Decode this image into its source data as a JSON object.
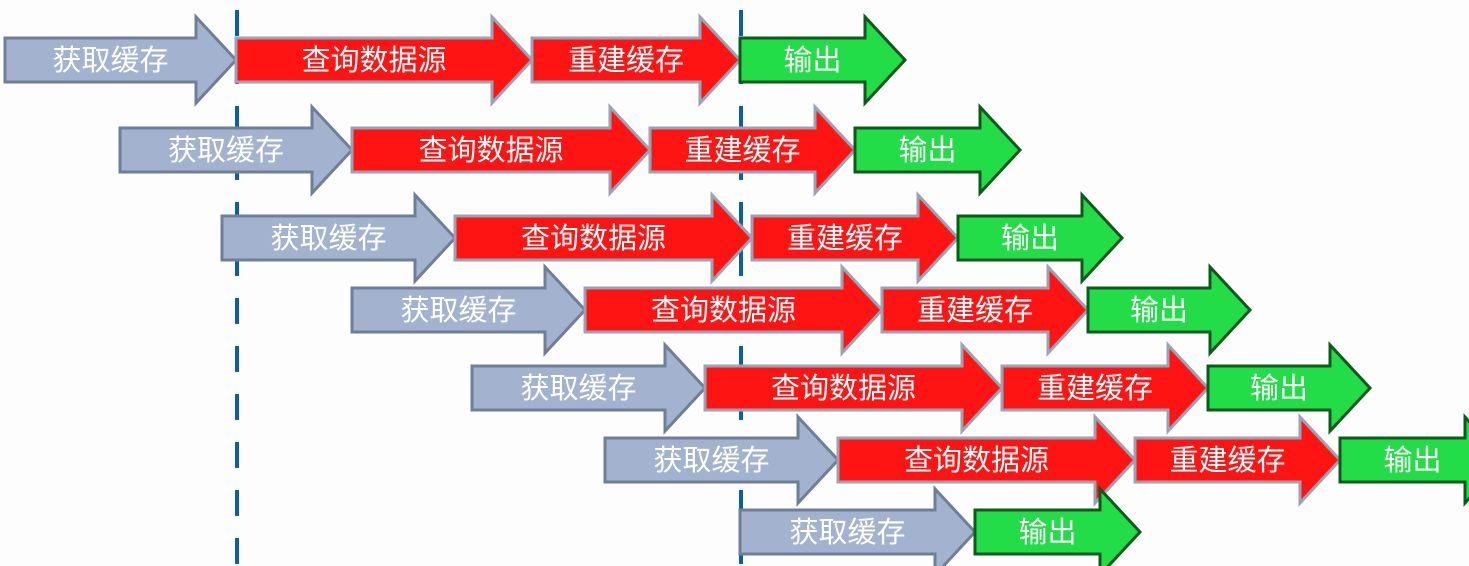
{
  "labels": {
    "get_cache": "获取缓存",
    "query_source": "查询数据源",
    "rebuild_cache": "重建缓存",
    "output": "输出"
  },
  "colors": {
    "get_cache": {
      "fill": "#a3b3cf",
      "stroke": "#6f7f98"
    },
    "query_source": {
      "fill": "#ff1414",
      "stroke": "#9aa3b3"
    },
    "rebuild_cache": {
      "fill": "#ff1414",
      "stroke": "#9aa3b3"
    },
    "output": {
      "fill": "#22dd47",
      "stroke": "#0d5a1c"
    },
    "dashed_line": "#0b5fa8"
  },
  "rows": [
    {
      "steps": [
        "get_cache",
        "query_source",
        "rebuild_cache",
        "output"
      ]
    },
    {
      "steps": [
        "get_cache",
        "query_source",
        "rebuild_cache",
        "output"
      ]
    },
    {
      "steps": [
        "get_cache",
        "query_source",
        "rebuild_cache",
        "output"
      ]
    },
    {
      "steps": [
        "get_cache",
        "query_source",
        "rebuild_cache",
        "output"
      ]
    },
    {
      "steps": [
        "get_cache",
        "query_source",
        "rebuild_cache",
        "output"
      ]
    },
    {
      "steps": [
        "get_cache",
        "query_source",
        "rebuild_cache",
        "output"
      ]
    },
    {
      "steps": [
        "get_cache",
        "output"
      ]
    }
  ]
}
